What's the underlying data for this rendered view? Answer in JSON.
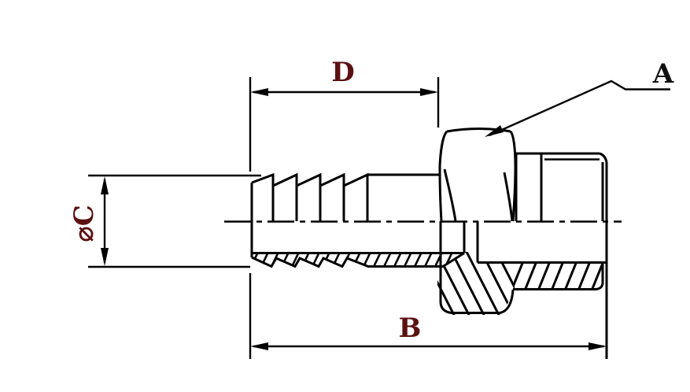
{
  "drawing": {
    "title": "hose barb to male thread fitting drawing",
    "labels": {
      "a": "A",
      "b": "B",
      "c": "⌀C",
      "d": "D"
    },
    "colors": {
      "line": "#000000",
      "dimension_label": "#5c1111",
      "callout_label": "#111111",
      "background": "#ffffff"
    }
  }
}
